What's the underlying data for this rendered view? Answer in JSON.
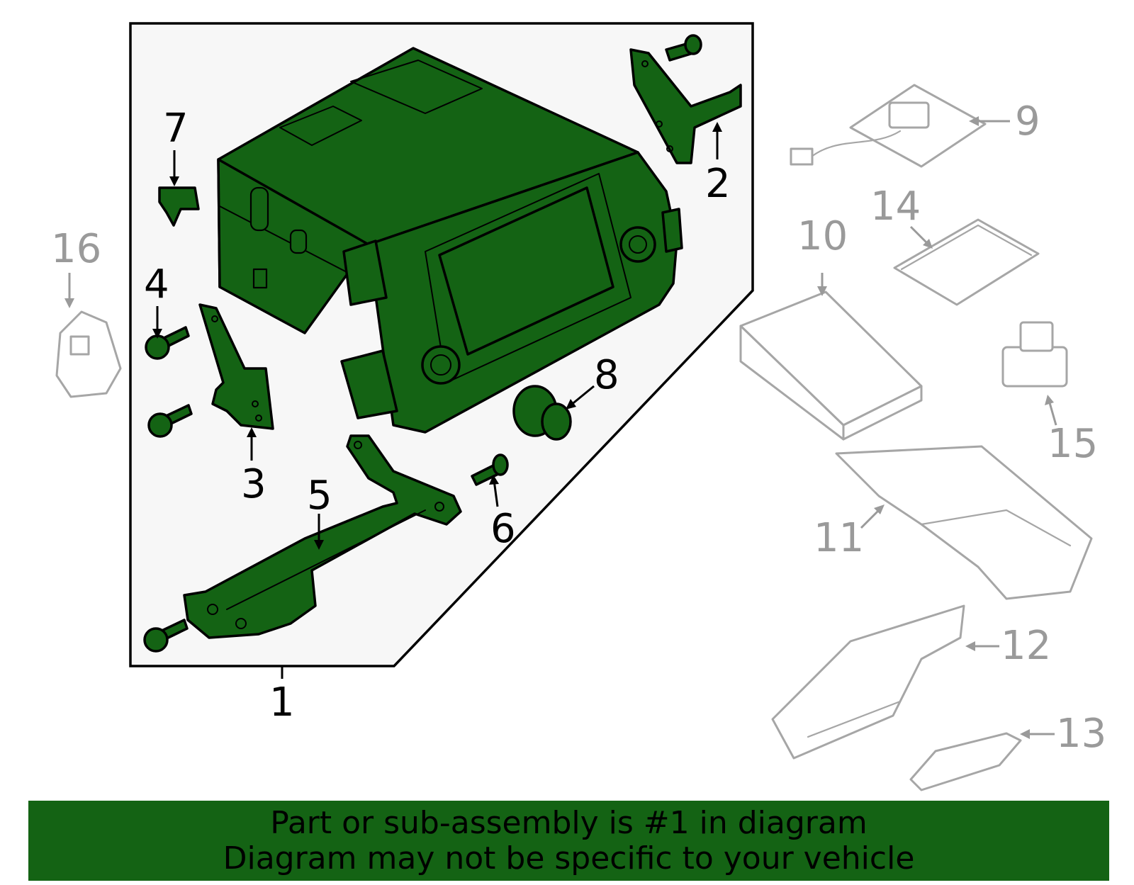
{
  "callouts": {
    "c1": "1",
    "c2": "2",
    "c3": "3",
    "c4": "4",
    "c5": "5",
    "c6": "6",
    "c7": "7",
    "c8": "8",
    "c9": "9",
    "c10": "10",
    "c11": "11",
    "c12": "12",
    "c13": "13",
    "c14": "14",
    "c15": "15",
    "c16": "16"
  },
  "banner": {
    "line1": "Part or sub-assembly is #1 in diagram",
    "line2": "Diagram may not be specific to your vehicle"
  },
  "colors": {
    "highlight_green": "#146314",
    "outline_black": "#000000",
    "secondary_grey": "#a6a6a6",
    "assembly_box_fill": "#f7f7f7"
  }
}
